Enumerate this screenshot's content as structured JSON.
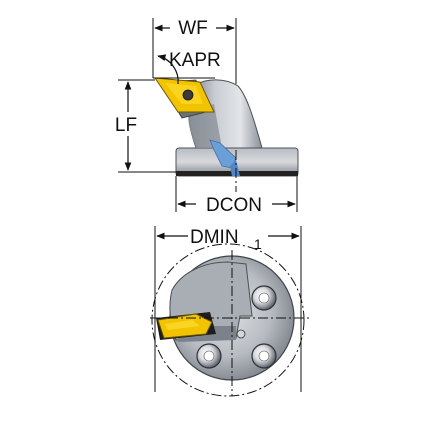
{
  "labels": {
    "wf": "WF",
    "kapr": "KAPR",
    "lf": "LF",
    "dcon": "DCON",
    "dmin": "DMIN",
    "dmin_subscript": "1"
  },
  "colors": {
    "insert": "#f2c400",
    "body_light": "#c9ccd2",
    "body_mid": "#9aa0a8",
    "body_dark": "#5e646d",
    "coolant": "#6a9fd8",
    "line": "#111111"
  }
}
